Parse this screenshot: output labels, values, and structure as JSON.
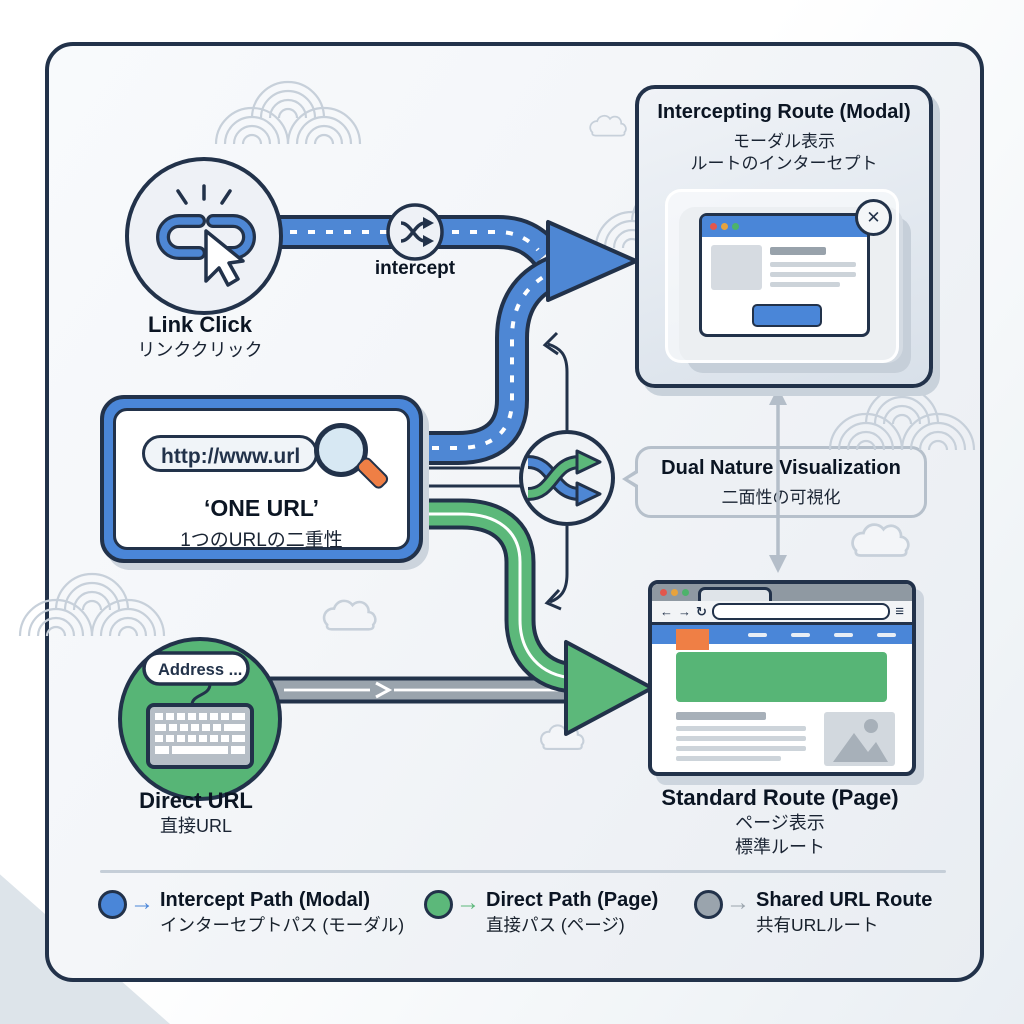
{
  "nodes": {
    "link_click": {
      "label": "Link Click",
      "label_ja": "リンククリック"
    },
    "one_url": {
      "url_text": "http://www.url",
      "title": "‘ONE URL’",
      "subtitle_ja": "1つのURLの二重性"
    },
    "direct_url": {
      "label": "Direct URL",
      "label_ja": "直接URL",
      "address_placeholder": "Address ..."
    },
    "intercept_marker": {
      "label": "intercept"
    }
  },
  "bubble": {
    "title": "Dual Nature Visualization",
    "title_ja": "二面性の可視化"
  },
  "modal_route": {
    "title": "Intercepting Route (Modal)",
    "subtitle_ja1": "モーダル表示",
    "subtitle_ja2": "ルートのインターセプト",
    "close_glyph": "✕"
  },
  "standard_route": {
    "title": "Standard Route (Page)",
    "subtitle_ja1": "ページ表示",
    "subtitle_ja2": "標準ルート",
    "browser": {
      "back": "←",
      "forward": "→",
      "reload": "↻",
      "menu": "≡"
    }
  },
  "legend": {
    "items": [
      {
        "label": "Intercept Path (Modal)",
        "label_ja": "インターセプトパス (モーダル)",
        "color": "#4a86d8"
      },
      {
        "label": "Direct Path (Page)",
        "label_ja": "直接パス (ページ)",
        "color": "#5cb87a"
      },
      {
        "label": "Shared URL Route",
        "label_ja": "共有URLルート",
        "color": "#9aa4ad"
      }
    ]
  },
  "colors": {
    "path_blue": "#4e87d4",
    "path_green": "#5cb87a",
    "path_gray": "#9aa4ad",
    "outline_navy": "#22324a",
    "accent_orange": "#ef7f45"
  }
}
